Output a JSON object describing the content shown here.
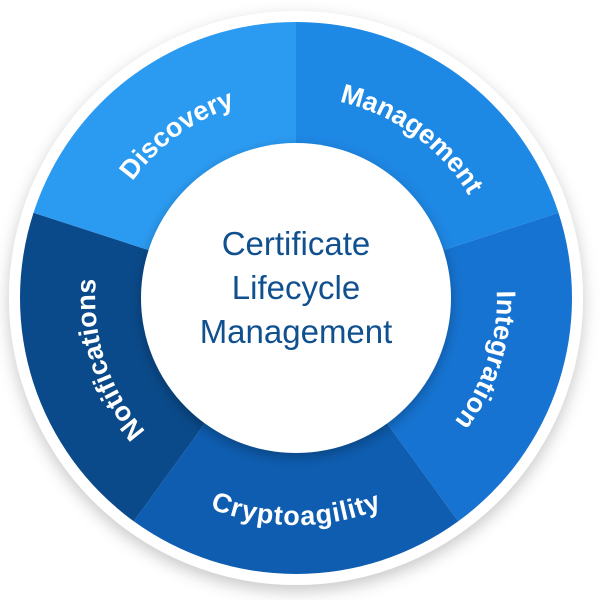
{
  "diagram": {
    "center": {
      "lines": [
        "Certificate",
        "Lifecycle",
        "Management"
      ],
      "color": "#10508f"
    },
    "segments": [
      {
        "label": "Management",
        "color": "#1e88e5"
      },
      {
        "label": "Integration",
        "color": "#1673d1"
      },
      {
        "label": "Cryptoagility",
        "color": "#0e5db0"
      },
      {
        "label": "Notifications",
        "color": "#0a4a8a"
      },
      {
        "label": "Discovery",
        "color": "#2b9bf2"
      }
    ],
    "ring_color": "#ffffff"
  }
}
